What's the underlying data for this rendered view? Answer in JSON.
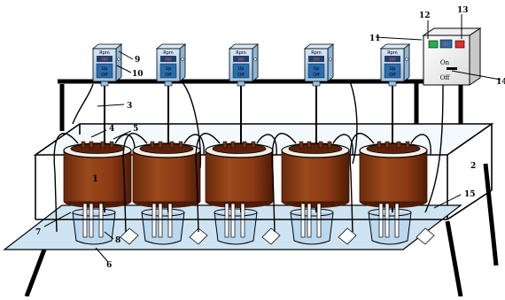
{
  "controller": {
    "brand": "Rpm",
    "display": "088",
    "up_label": "Up",
    "off_label": "Off"
  },
  "control_box": {
    "display": "88",
    "on_label": "On",
    "off_label": "Off"
  },
  "callouts": {
    "n1": "1",
    "n2": "2",
    "n3": "3",
    "n4": "4",
    "n5": "5",
    "n6": "6",
    "n7": "7",
    "n8": "8",
    "n9": "9",
    "n10": "10",
    "n11": "11",
    "n12": "12",
    "n13": "13",
    "n14": "14",
    "n15": "15"
  },
  "colors": {
    "vessel": "#8b3a14",
    "vessel_dark": "#5b220a",
    "controller_body": "#b8d4ea",
    "controller_front": "#2a6dad",
    "bath": "#cfe4f2",
    "frame": "#000000",
    "switch_green": "#22b14c",
    "switch_red": "#e03030"
  }
}
